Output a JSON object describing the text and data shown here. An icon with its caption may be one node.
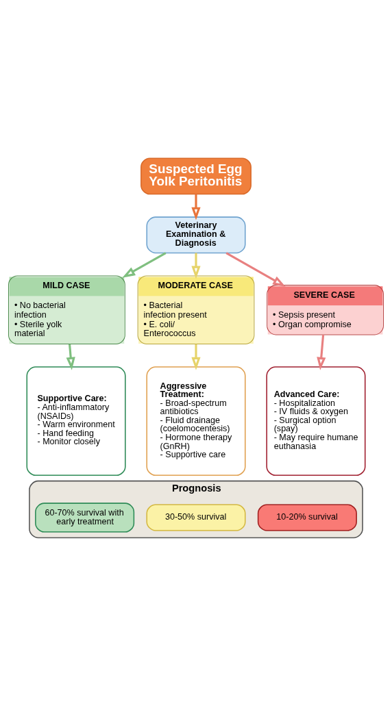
{
  "diagram": {
    "nodes": [
      {
        "text": [
          "Suspected Egg Yolk Peritonitis"
        ]
      },
      {
        "text": [
          "Veterinary Examination & Diagnosis"
        ]
      },
      {
        "text": [
          "MILD CASE",
          "• No bacterial infection",
          "• Sterile yolk material"
        ]
      },
      {
        "text": [
          "MODERATE CASE",
          "• Bacterial infection present",
          "• E. coli/ Enterococcus"
        ]
      },
      {
        "text": [
          "SEVERE CASE",
          "• Sepsis present",
          "• Organ compromise"
        ]
      },
      {
        "text": [
          "Supportive Care:",
          "- Anti-inflammatory (NSAIDs)",
          "- Warm environment",
          "- Hand feeding",
          "- Monitor closely"
        ]
      },
      {
        "text": [
          "Aggressive Treatment:",
          "- Broad-spectrum antibiotics",
          "- Fluid drainage (coelomocentesis)",
          "- Hormone therapy (GnRH)",
          "- Supportive care"
        ]
      },
      {
        "text": [
          "Advanced Care:",
          "- Hospitalization",
          "- IV fluids & oxygen",
          "- Surgical option (spay)",
          "- May require humane euthanasia"
        ]
      },
      {
        "text": [
          "Prognosis"
        ]
      },
      {
        "text": [
          "60-70% survival with early treatment"
        ],
        "in": 8
      },
      {
        "text": [
          "30-50% survival"
        ],
        "in": 8
      },
      {
        "text": [
          "10-20% survival"
        ],
        "in": 8
      }
    ],
    "edges": [
      {
        "from": 0,
        "to": 1,
        "arrow": "to",
        "color": "#e8743b"
      },
      {
        "from": 1,
        "to": 2,
        "arrow": "to",
        "color": "#7fbf7f"
      },
      {
        "from": 1,
        "to": 3,
        "arrow": "to",
        "color": "#e6d36a"
      },
      {
        "from": 1,
        "to": 4,
        "arrow": "to",
        "color": "#e88080"
      },
      {
        "from": 2,
        "to": 5,
        "arrow": "to",
        "color": "#7fbf7f"
      },
      {
        "from": 3,
        "to": 6,
        "arrow": "to",
        "color": "#e6d36a"
      },
      {
        "from": 4,
        "to": 7,
        "arrow": "to",
        "color": "#e88080"
      }
    ]
  }
}
